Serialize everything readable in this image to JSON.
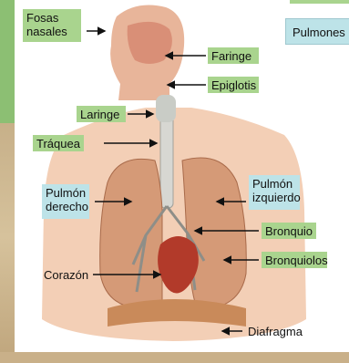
{
  "labels": {
    "fosas_nasales": "Fosas\nnasales",
    "faringe": "Faringe",
    "epiglotis": "Epiglotis",
    "laringe": "Laringe",
    "traquea": "Tráquea",
    "pulmon_derecho": "Pulmón\nderecho",
    "pulmon_izquierdo": "Pulmón\nizquierdo",
    "bronquio": "Bronquio",
    "bronquiolos": "Bronquiolos",
    "corazon": "Corazón",
    "diafragma": "Diafragma",
    "pulmones": "Pulmones"
  },
  "colors": {
    "green_label": "#a9d48e",
    "blue_label": "#bde3e8",
    "lung": "#d9a07e",
    "heart": "#b23a2a",
    "diaphragm": "#c98a5a",
    "skin": "#f0c6a8"
  },
  "icons": [
    "arrow-right-icon",
    "arrow-left-icon"
  ]
}
